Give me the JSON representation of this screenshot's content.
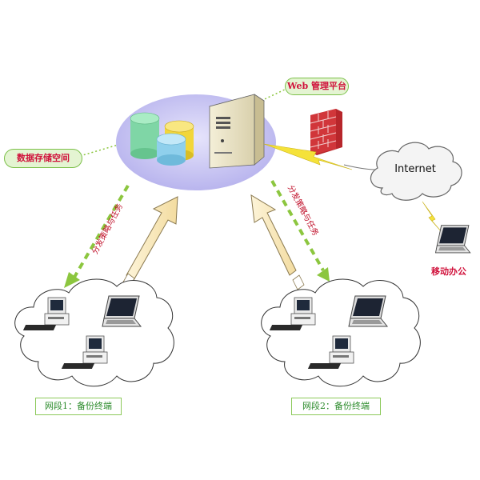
{
  "labels": {
    "storage": "数据存储空间",
    "web_platform": "Web 管理平台",
    "dispatch_left": "分发策略与任务",
    "dispatch_right": "分发策略与任务",
    "internet": "Internet",
    "mobile": "移动办公",
    "segment1": "网段1：备份终端",
    "segment2": "网段2：备份终端"
  },
  "colors": {
    "ellipse_fill": "#c9c6f2",
    "storage_green": "#7fd6a6",
    "storage_yellow": "#f2d63a",
    "storage_blue": "#8fd0ec",
    "firewall_red": "#c8262c",
    "arrow_fill": "#fbeec3",
    "dashed_green": "#8cc63f",
    "label_text": "#d0103a"
  },
  "icons": [
    "database-icon",
    "server-icon",
    "firewall-icon",
    "cloud-icon",
    "laptop-icon",
    "desktop-pc-icon",
    "lightning-icon"
  ]
}
